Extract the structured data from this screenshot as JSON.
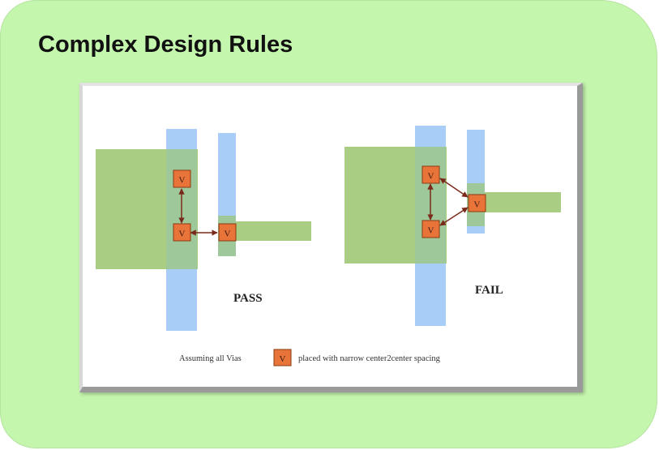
{
  "slide": {
    "title": "Complex Design Rules"
  },
  "diagram": {
    "pass_label": "PASS",
    "fail_label": "FAIL",
    "via_label": "V",
    "legend": {
      "prefix": "Assuming all Vias",
      "suffix": "placed with narrow center2center spacing"
    }
  },
  "colors": {
    "background": "#c4f6ae",
    "metal_green": "#a9cd82",
    "metal_blue": "#a8cdf6",
    "overlap": "#9ec89a",
    "via_fill": "#e8743a",
    "via_border": "#8a3a10",
    "arrow": "#7a2a1a"
  }
}
